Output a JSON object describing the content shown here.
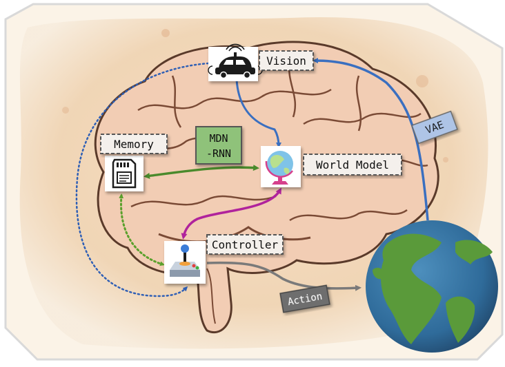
{
  "labels": {
    "vision": "Vision",
    "memory": "Memory",
    "world_model": "World Model",
    "controller": "Controller",
    "mdn_line1": "MDN",
    "mdn_line2": "-RNN",
    "vae": "VAE",
    "action": "Action"
  },
  "colors": {
    "paper": "#f5e6d0",
    "stain": "#e7c8a4",
    "brain": "#f2cdb4",
    "brain_outline": "#5a3a2a",
    "blue_arrow": "#3a6fc0",
    "green_arrow": "#4a8a2c",
    "purple_arrow": "#b0239c",
    "gray_arrow": "#7a7a7a",
    "dotted_blue": "#2f5fb5",
    "dotted_green": "#5aa02c",
    "mdn_box": "#8fc27a",
    "vae_box": "#aec4e6",
    "action_box": "#6e6e6e",
    "ocean": "#2f6b9a",
    "land": "#5a9a3a"
  },
  "icons": [
    "car-icon",
    "sd-card-icon",
    "globe-icon",
    "joystick-icon",
    "earth-icon"
  ]
}
